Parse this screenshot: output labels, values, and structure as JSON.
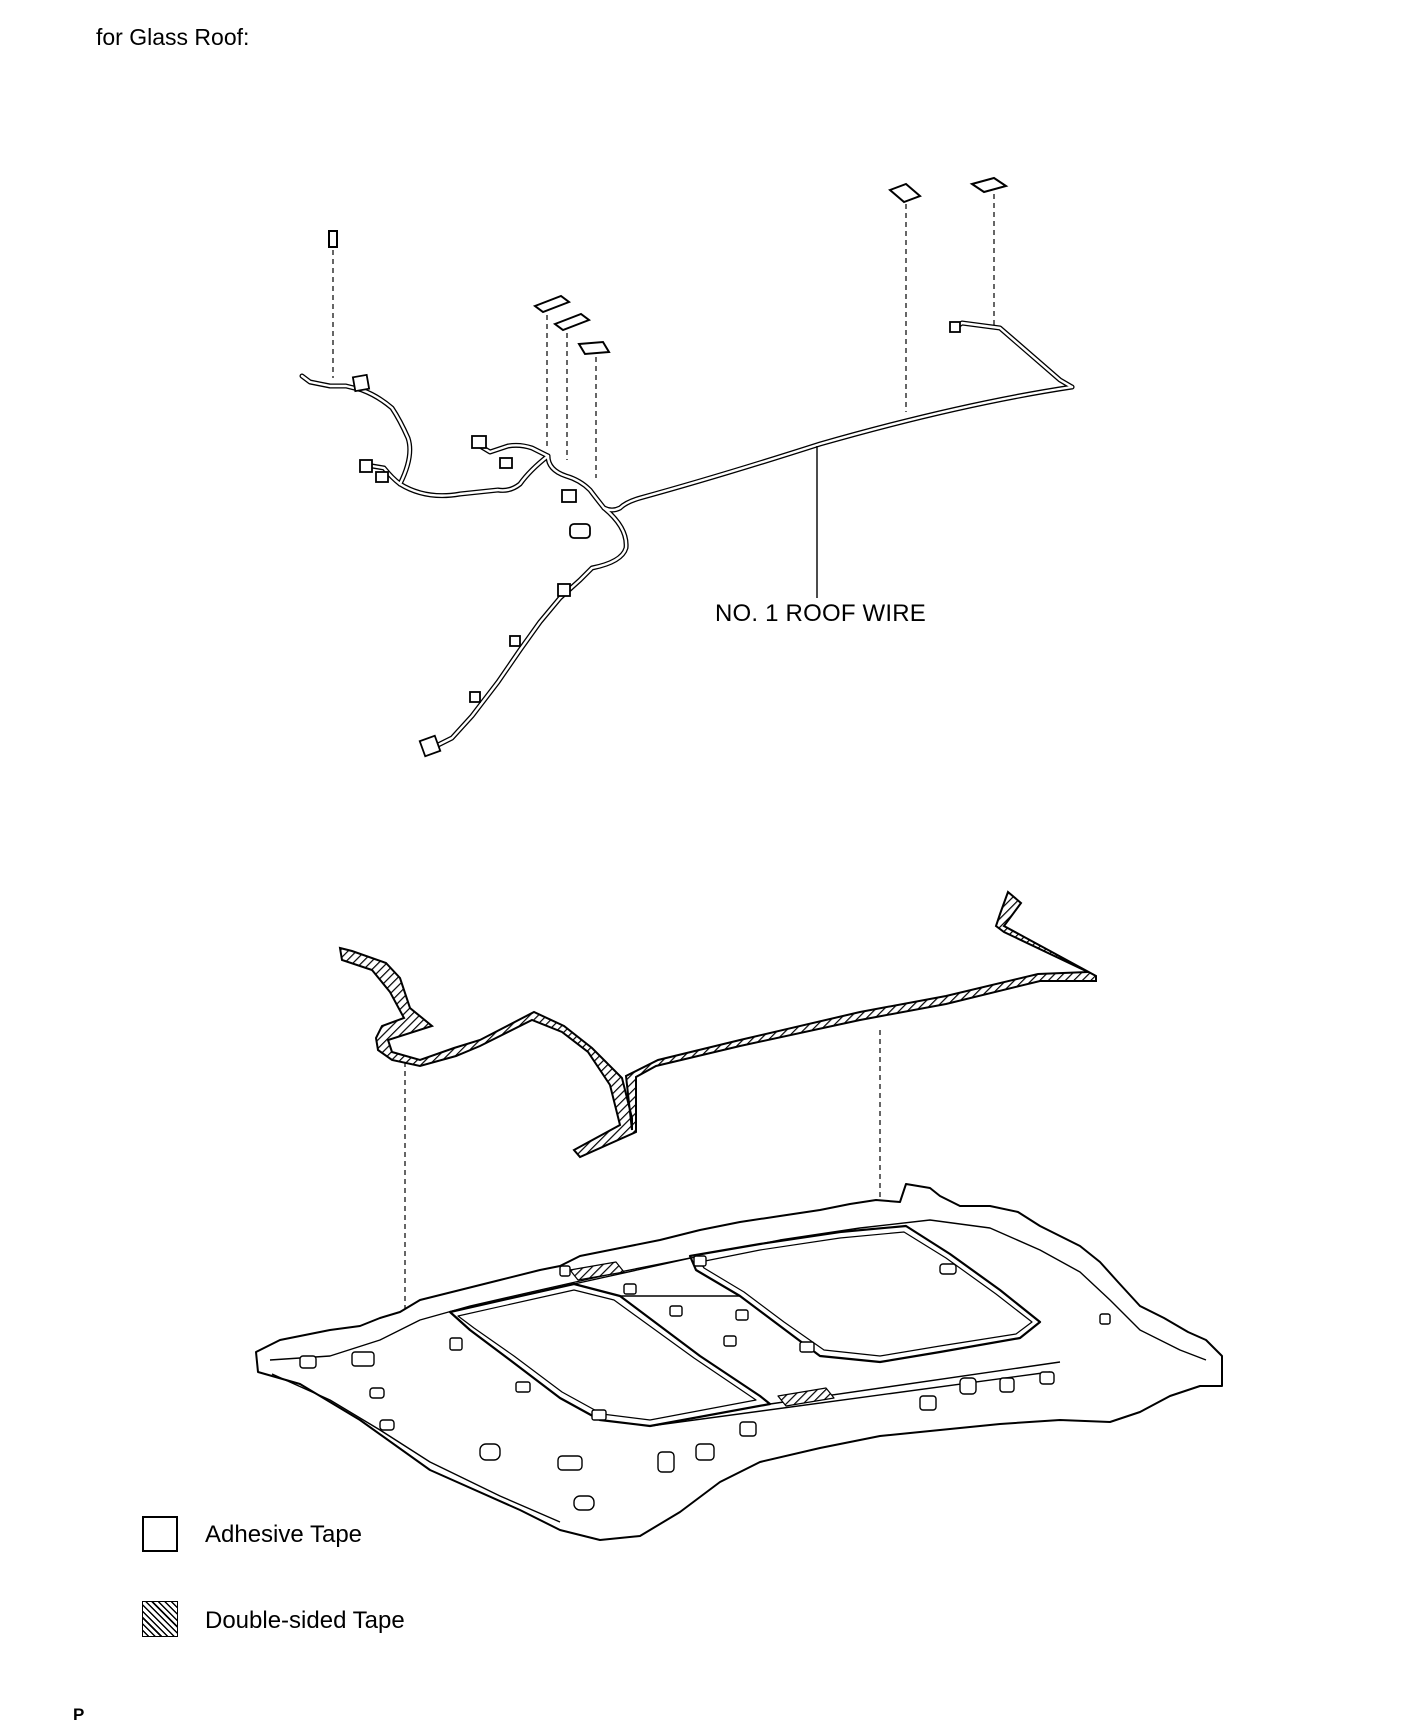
{
  "title": "for Glass Roof:",
  "callouts": {
    "roof_wire": "NO. 1 ROOF WIRE"
  },
  "legend": {
    "adhesive_tape": "Adhesive Tape",
    "double_sided_tape": "Double-sided Tape"
  },
  "page_mark": "P",
  "colors": {
    "line": "#000000",
    "background": "#ffffff"
  }
}
